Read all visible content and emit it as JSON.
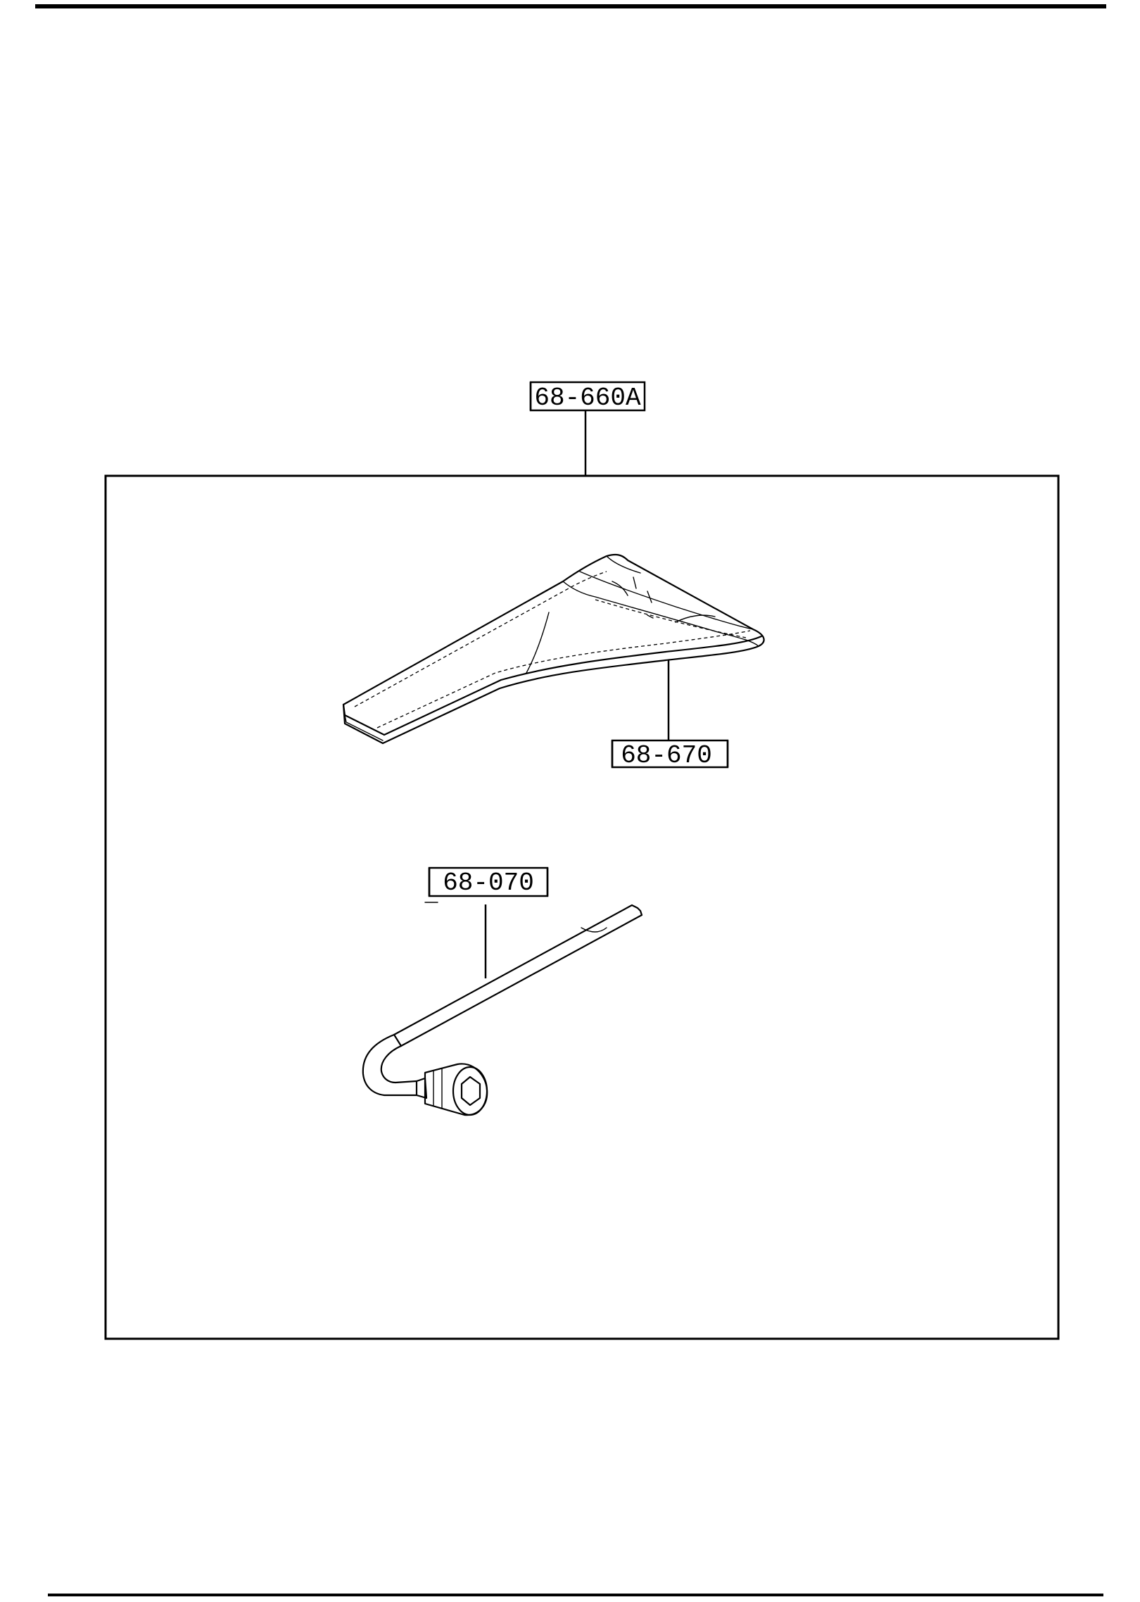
{
  "callouts": {
    "kit_label": "68-660A",
    "bag_label": "68-670",
    "wrench_label": "68-070"
  },
  "parts": [
    {
      "name": "tool-bag",
      "icon": "tool-bag-icon",
      "part_number": "68-670"
    },
    {
      "name": "lug-wrench",
      "icon": "lug-wrench-icon",
      "part_number": "68-070"
    }
  ]
}
